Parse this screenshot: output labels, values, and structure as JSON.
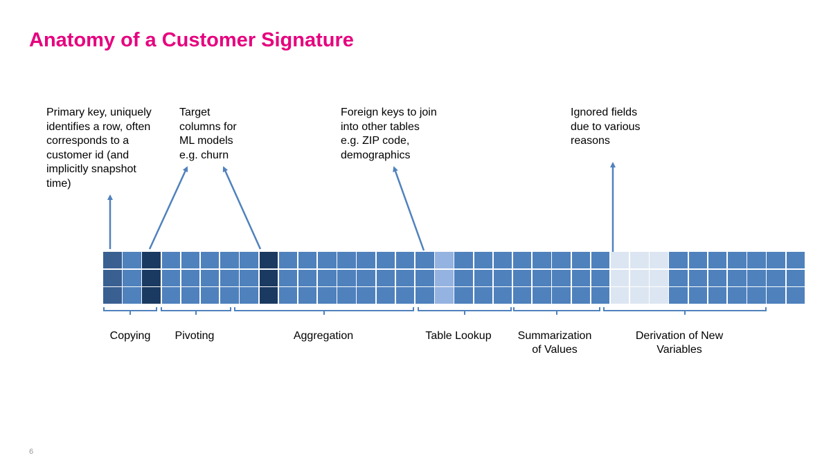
{
  "title": "Anatomy of a Customer Signature",
  "page_number": "6",
  "annotations": [
    {
      "lines": [
        "Primary key, uniquely",
        "identifies a row, often",
        "corresponds to a",
        "customer id (and",
        "implicitly snapshot",
        "time)"
      ]
    },
    {
      "lines": [
        "Target",
        "columns for",
        "ML models",
        "e.g. churn"
      ]
    },
    {
      "lines": [
        "Foreign keys to join",
        "into other tables",
        "e.g. ZIP code,",
        "demographics"
      ]
    },
    {
      "lines": [
        "Ignored fields",
        "due to various",
        "reasons"
      ]
    }
  ],
  "groups": [
    {
      "lines": [
        "Copying"
      ]
    },
    {
      "lines": [
        "Pivoting"
      ]
    },
    {
      "lines": [
        "Aggregation"
      ]
    },
    {
      "lines": [
        "Table Lookup"
      ]
    },
    {
      "lines": [
        "Summarization",
        "of Values"
      ]
    },
    {
      "lines": [
        "Derivation of New",
        "Variables"
      ]
    }
  ],
  "grid": {
    "rows": 3,
    "columns": 36,
    "column_types": [
      "key",
      "normal",
      "target",
      "normal",
      "normal",
      "normal",
      "normal",
      "normal",
      "target",
      "normal",
      "normal",
      "normal",
      "normal",
      "normal",
      "normal",
      "normal",
      "normal",
      "foreign",
      "normal",
      "normal",
      "normal",
      "normal",
      "normal",
      "normal",
      "normal",
      "normal",
      "ignored",
      "ignored",
      "ignored",
      "normal",
      "normal",
      "normal",
      "normal",
      "normal",
      "normal",
      "normal"
    ]
  },
  "colors": {
    "title": "#e6007e",
    "key": "#3a6092",
    "normal": "#4f81bd",
    "target": "#1b3a61",
    "foreign": "#95b3e0",
    "ignored": "#dce6f2",
    "arrow": "#4f81bd"
  }
}
